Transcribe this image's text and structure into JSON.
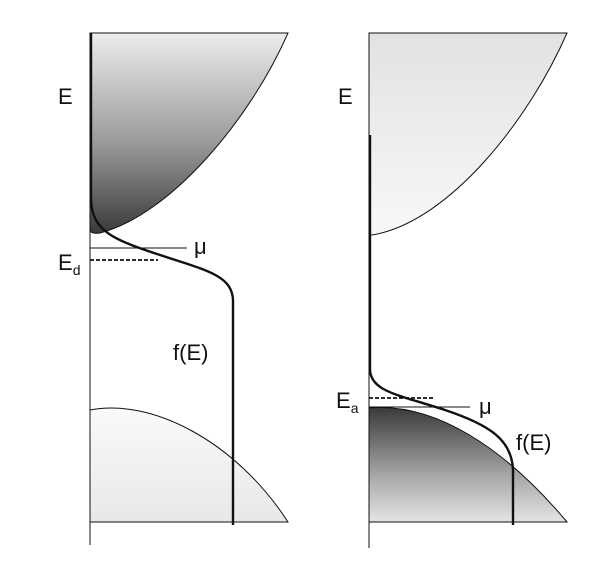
{
  "left_panel": {
    "energy_label": "E",
    "donor_level_label": "E",
    "donor_level_subscript": "d",
    "chemical_potential_label": "μ",
    "distribution_label": "f(E)"
  },
  "right_panel": {
    "energy_label": "E",
    "acceptor_level_label": "E",
    "acceptor_level_subscript": "a",
    "chemical_potential_label": "μ",
    "distribution_label": "f(E)"
  },
  "colors": {
    "ink": "#111111",
    "dark_fill": "#3a3a3a",
    "light_fill": "#f4f4f4"
  }
}
